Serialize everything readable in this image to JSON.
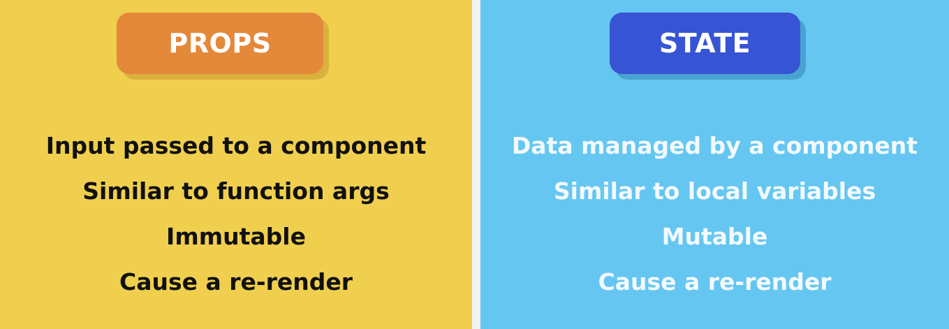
{
  "props": {
    "title": "PROPS",
    "lines": [
      "Input passed to a component",
      "Similar to function args",
      "Immutable",
      "Cause a re-render"
    ]
  },
  "state": {
    "title": "STATE",
    "lines": [
      "Data managed by a component",
      "Similar to local variables",
      "Mutable",
      "Cause a re-render"
    ]
  },
  "colors": {
    "props_background": "#f0cf4e",
    "props_badge": "#e4883a",
    "state_background": "#65c7f1",
    "state_badge": "#3654d3"
  }
}
